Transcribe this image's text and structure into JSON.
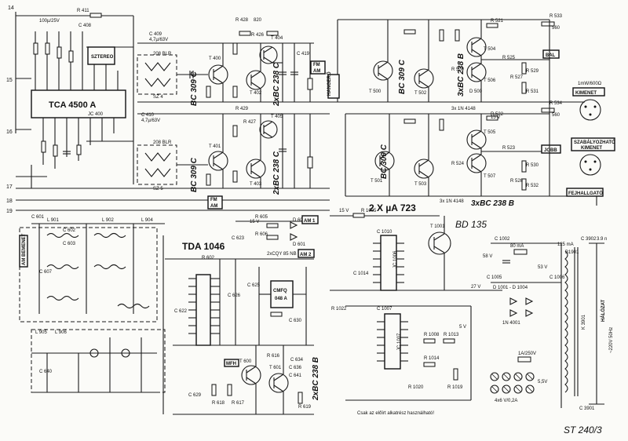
{
  "title": "ST 240/3",
  "ics": {
    "tca4500a": "TCA 4500 A",
    "ic400": "JC 400",
    "tda1046": "TDA 1046",
    "ic602": "R 602",
    "dual_uA723": "2 X µA 723",
    "bd135": "BD 135",
    "t1001": "T 1001",
    "cmfq": "CMFQ",
    "cmfq_sub": "048 A",
    "ic1007": "JC 1007",
    "ic1006": "JC 1006"
  },
  "transistors": {
    "bc309c_top": "BC 309 C",
    "bc238c_top": "2xBC 238 C",
    "bc309c_mid": "BC 309 C",
    "bc238c_mid": "2xBC 238 C",
    "bc309c_right_top": "BC 309 C",
    "bc238b_right_top": "3xBC 238 B",
    "bc309c_right_mid": "BC 309 C",
    "bc238b_right_mid": "3xBC 238 B",
    "bc238b_bottom": "2xBC 238 B",
    "t400": "T 400",
    "t401": "T 401",
    "t402": "T 402",
    "t403": "T 403",
    "t404": "T 404",
    "t405": "T 405",
    "t500": "T 500",
    "t501": "T 501",
    "t502": "T 502",
    "t503": "T 503",
    "t504": "T 504",
    "t505": "T 505",
    "t506": "T 506",
    "t507": "T 507",
    "t600": "T 600",
    "t601": "T 601"
  },
  "connectors": {
    "fm_am_top": "FM",
    "fm_am_top2": "AM",
    "fm_am_mid": "FM",
    "fm_am_mid2": "AM",
    "hangero": "HANGERŐ",
    "bal": "BAL",
    "jobb": "JOBB",
    "kimenet": "KIMENET",
    "szabalyozhato": "SZABÁLYOZHATÓ",
    "szabalyozhato2": "KIMENET",
    "fejhallgato": "FEJHALLGATÓ",
    "am_bemenet": "AM BEMENET",
    "halozat": "HÁLÓZAT",
    "sztereo": "SZTEREO",
    "am1": "AM 1",
    "am2": "AM 2",
    "mfh": "MFH"
  },
  "parts": {
    "r411": "R 411",
    "c408": "C 408",
    "c409": "C 409",
    "c409v": "4,7µ/63V",
    "c410": "C 410",
    "c410v": "4,7µ/63V",
    "r426": "R 426",
    "r426v": "820",
    "r428": "R 428",
    "r429": "R 429",
    "r427": "R 427",
    "r533": "R 533",
    "r533v": "560",
    "r534": "R 534",
    "r534v": "560",
    "r520": "R 520",
    "r521": "R 521",
    "r522": "R 522",
    "r523": "R 523",
    "r524": "R 524",
    "r525": "R 525",
    "r526": "R 526",
    "r527": "R 527",
    "r529": "R 529",
    "r530": "R 530",
    "r531": "R 531",
    "r532": "R 532",
    "r1005": "R 1005",
    "r1008": "R 1008",
    "r1013": "R 1013",
    "r1014": "R 1014",
    "r1019": "R 1019",
    "r1020": "R 1020",
    "c1002": "C 1002",
    "c1005": "C 1005",
    "c1006": "C 1006",
    "c1007": "C 1007",
    "c1010": "C 1010",
    "c1014": "C 1014",
    "d1001": "D 1001 - D 1004",
    "k3901": "K 3901",
    "c3902": "C 3902",
    "c3901": "C 3901",
    "b1901": "B1901",
    "c601": "C 601",
    "c602": "C 602",
    "c603": "C 603",
    "c607": "C 607",
    "l901": "L 901",
    "l902": "L 902",
    "l904": "L 904",
    "l905": "L 905",
    "l906": "L 906",
    "c622": "C 622",
    "c623": "C 623",
    "c625": "C 625",
    "c626": "C 626",
    "c629": "C 629",
    "c630": "C 630",
    "c634": "C 634",
    "c636": "C 636",
    "c640": "C 640",
    "c641": "C 641",
    "r605": "R 605",
    "r606": "R 606",
    "d600": "D 600",
    "d601": "D 601",
    "d2cqy": "2xCQY 85 NB",
    "r616": "R 616",
    "r617": "R 617",
    "r618": "R 618",
    "r619": "R 619",
    "sz4": "SZ 4",
    "sz5": "SZ 5",
    "blr4": "208 BLR",
    "blr5": "208 BLR",
    "r100v": "100µ/25V",
    "v15": "15 V",
    "v27": "27 V",
    "v58": "58 V",
    "v53": "53 V",
    "v5": "5 V",
    "fuse": "1A/250V",
    "fuse2": "80 mA",
    "lamps": "4x6 V/0,2A",
    "lamp5v": "5,5V",
    "tension1": "125 mA",
    "tension2": "3.9 n",
    "hum": "1mW/600Ω",
    "d1n4148a": "3x 1N 4148",
    "d1n4148b": "3x 1N 4148",
    "d1n4001": "1N 4001",
    "note": "Csak az előírt alkatrész használható!"
  }
}
